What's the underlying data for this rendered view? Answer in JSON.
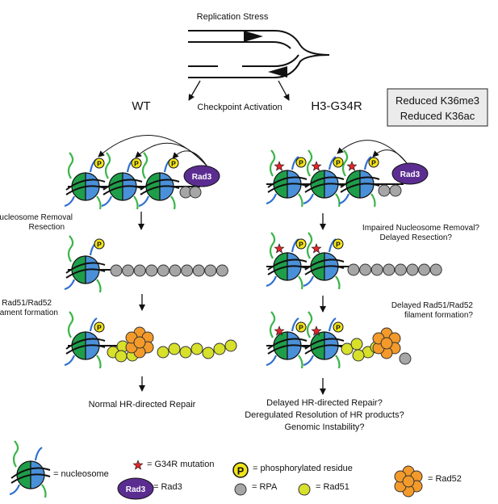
{
  "title": "Replication Stress",
  "checkpoint": "Checkpoint Activation",
  "wt_label": "WT",
  "mut_label": "H3-G34R",
  "reduced_box": [
    "Reduced K36me3",
    "Reduced K36ac"
  ],
  "wt_steps": {
    "step1": [
      "Nucleosome Removal",
      "Resection"
    ],
    "step2": [
      "Rad51/Rad52",
      "filament formation"
    ],
    "outcome": "Normal HR-directed Repair"
  },
  "mut_steps": {
    "step1": [
      "Impaired Nucleosome Removal?",
      "Delayed Resection?"
    ],
    "step2": [
      "Delayed Rad51/Rad52",
      "filament formation?"
    ],
    "outcome": [
      "Delayed HR-directed Repair?",
      "Deregulated Resolution of HR products?",
      "Genomic Instability?"
    ]
  },
  "rad3_label": "Rad3",
  "p_label": "P",
  "legend": {
    "nucleosome": "= nucleosome",
    "g34r": "= G34R mutation",
    "phospho": "= phosphorylated residue",
    "rad3": "= Rad3",
    "rpa": "= RPA",
    "rad51": "= Rad51",
    "rad52": "= Rad52"
  },
  "colors": {
    "nuc_green": "#1f9e4a",
    "nuc_blue": "#4a90d9",
    "dna_green": "#3bb54a",
    "dna_blue": "#2f6fd0",
    "rad3": "#5b2d91",
    "rpa": "#a6a6a6",
    "rad51": "#d7e02a",
    "rad52": "#f39a2a",
    "phospho": "#f2e41a",
    "mutation": "#e0262b"
  }
}
